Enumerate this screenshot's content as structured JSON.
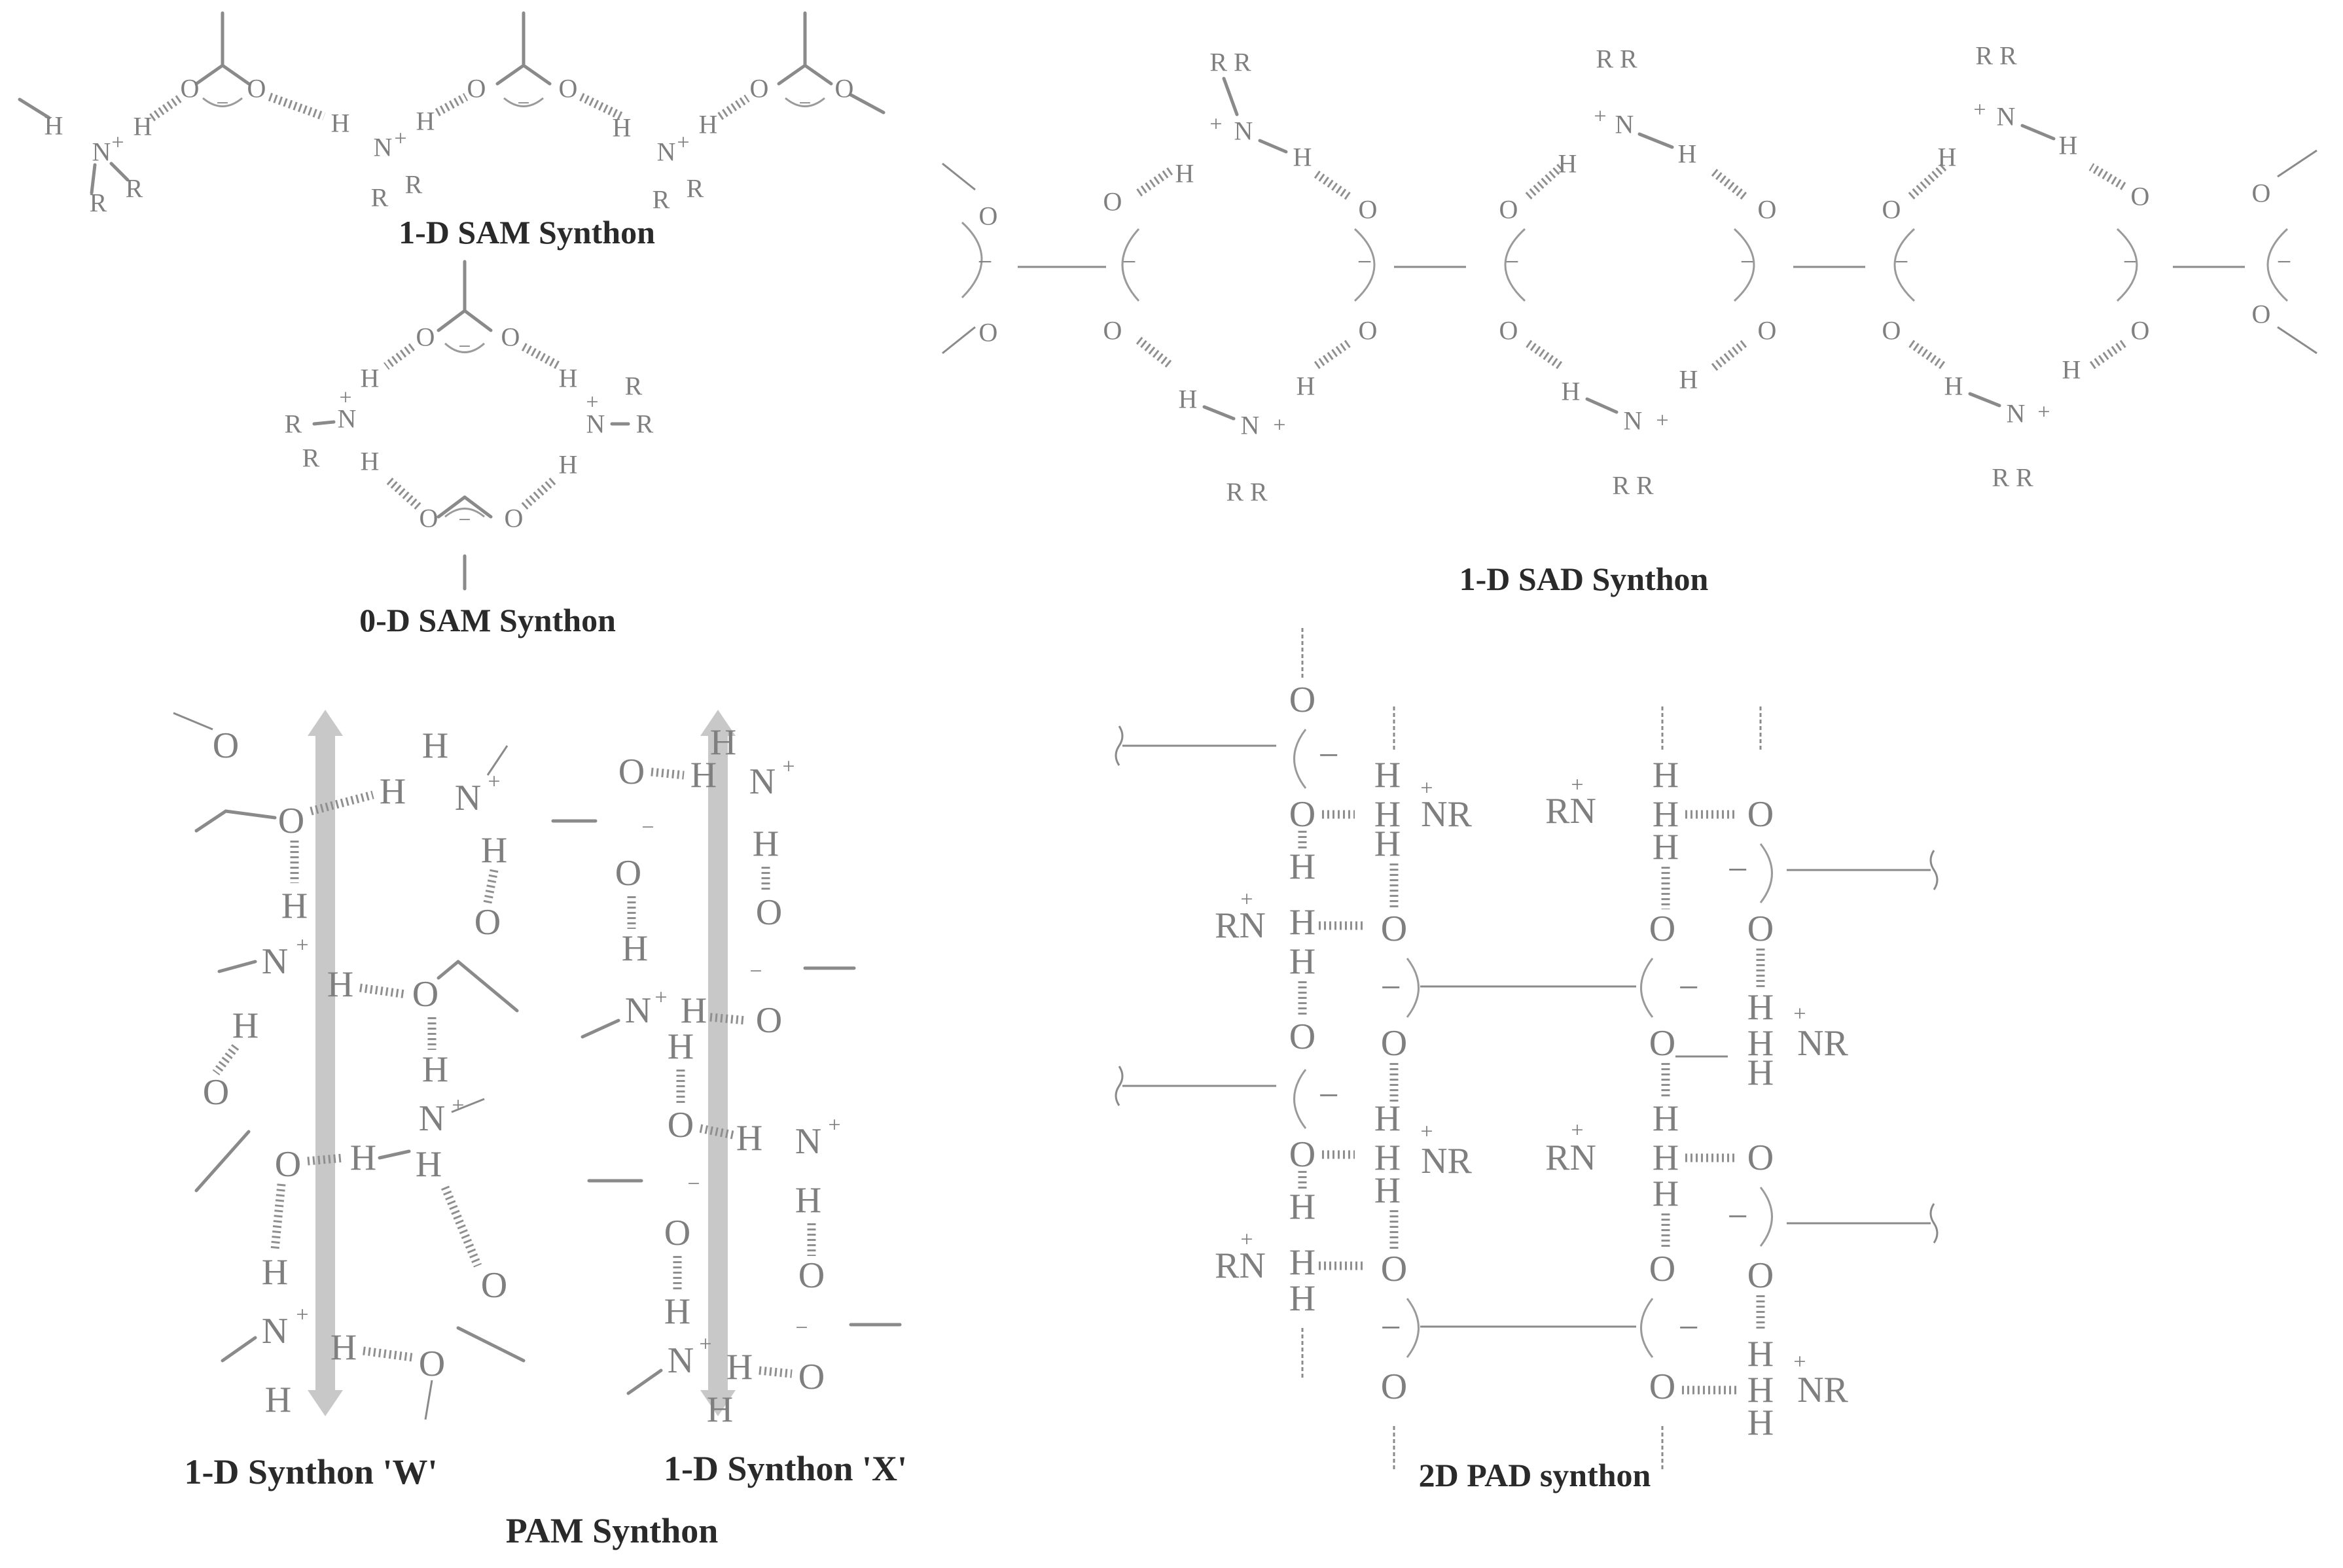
{
  "captions": {
    "sam1d": "1-D SAM Synthon",
    "sam0d": "0-D SAM Synthon",
    "sad1d": "1-D SAD Synthon",
    "synW": "1-D Synthon 'W'",
    "synX": "1-D Synthon 'X'",
    "pam": "PAM Synthon",
    "pad2d": "2D PAD synthon"
  },
  "atoms": {
    "H": "H",
    "N": "N",
    "O": "O",
    "R": "R",
    "plus": "+",
    "minus": "−",
    "RN": "RN",
    "NR": "NR",
    "RR": "R R"
  },
  "colors": {
    "atom": "#7f7f7f",
    "caption": "#2a2a2a",
    "arrow": "#c8c8c8"
  }
}
